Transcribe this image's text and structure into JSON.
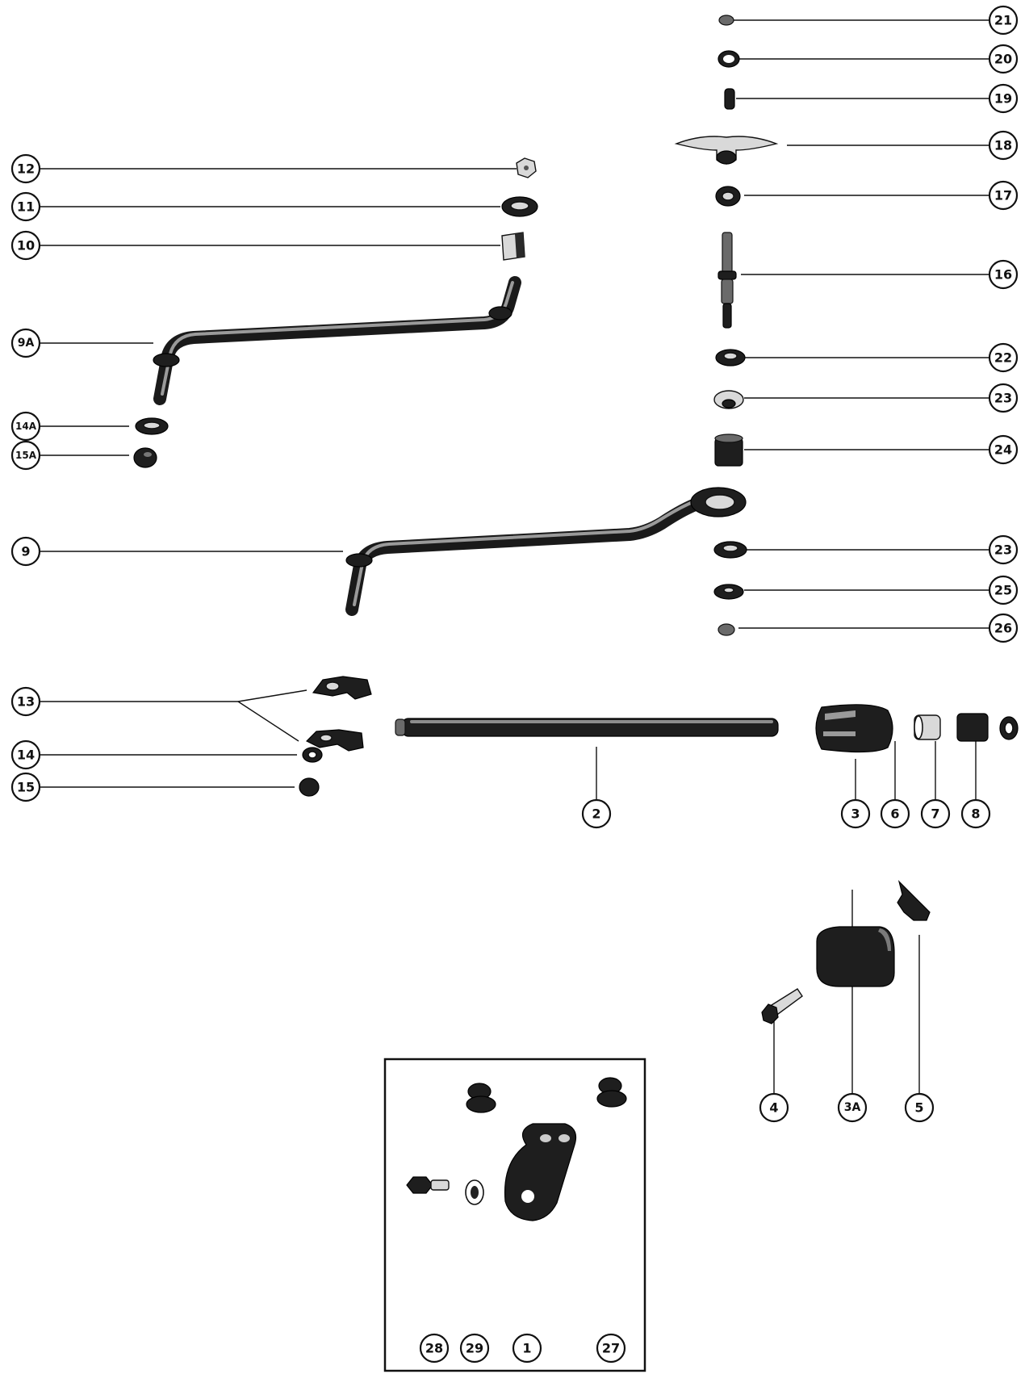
{
  "figure": {
    "type": "exploded-parts-diagram",
    "colors": {
      "ink": "#111111",
      "paper": "#ffffff",
      "metal_dark": "#1e1e1e",
      "metal_light": "#d9d9d9"
    }
  },
  "callouts": {
    "c1": "1",
    "c2": "2",
    "c3": "3",
    "c3a": "3A",
    "c4": "4",
    "c5": "5",
    "c6": "6",
    "c7": "7",
    "c8": "8",
    "c9": "9",
    "c9a": "9A",
    "c10": "10",
    "c11": "11",
    "c12": "12",
    "c13": "13",
    "c14": "14",
    "c14a": "14A",
    "c15": "15",
    "c15a": "15A",
    "c16": "16",
    "c17": "17",
    "c18": "18",
    "c19": "19",
    "c20": "20",
    "c21": "21",
    "c22": "22",
    "c23a": "23",
    "c23b": "23",
    "c24": "24",
    "c25": "25",
    "c26": "26",
    "c27": "27",
    "c28": "28",
    "c29": "29"
  }
}
